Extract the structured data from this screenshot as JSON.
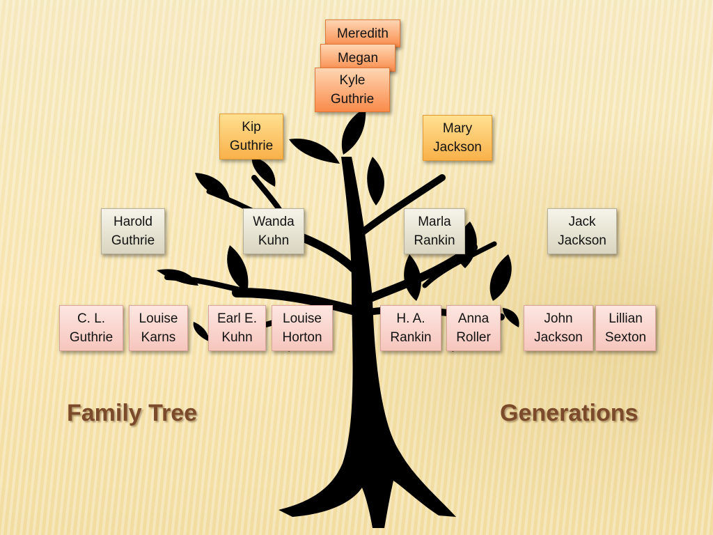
{
  "labels": {
    "family_tree": "Family Tree",
    "generations": "Generations"
  },
  "people": {
    "meredith": "Meredith",
    "megan": "Megan",
    "kyle_guthrie": "Kyle\nGuthrie",
    "kip_guthrie": "Kip\nGuthrie",
    "mary_jackson": "Mary\nJackson",
    "harold_guthrie": "Harold\nGuthrie",
    "wanda_kuhn": "Wanda\nKuhn",
    "marla_rankin": "Marla\nRankin",
    "jack_jackson": "Jack\nJackson",
    "cl_guthrie": "C. L.\nGuthrie",
    "louise_karns": "Louise\nKarns",
    "earl_kuhn": "Earl E.\nKuhn",
    "louise_horton": "Louise\nHorton",
    "ha_rankin": "H. A.\nRankin",
    "anna_roller": "Anna\nRoller",
    "john_jackson": "John\nJackson",
    "lillian_sexton": "Lillian\nSexton"
  },
  "colors": {
    "tree": "#000000",
    "label_text": "#7b4a2a"
  }
}
